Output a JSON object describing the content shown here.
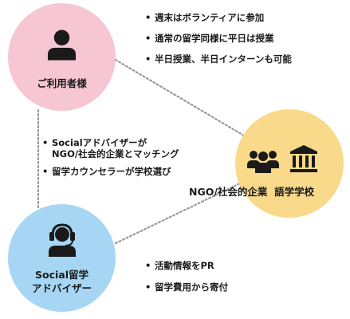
{
  "colors": {
    "user_circle": "#f7c6d3",
    "advisor_circle": "#a6d6f4",
    "partner_circle": "#f9d98a",
    "connector": "#9a9a9a",
    "icon": "#1a1a1a"
  },
  "icons": {
    "user": "person-icon",
    "advisor": "headset-person-icon",
    "group": "group-people-icon",
    "school": "school-building-icon"
  },
  "nodes": {
    "user": {
      "label": "ご利用者様"
    },
    "advisor": {
      "label_lines": [
        "Social留学",
        "アドバイザー"
      ]
    },
    "partner": {
      "label": "NGO/社会的企業  語学学校"
    }
  },
  "notes": {
    "user": [
      "週末はボランティアに参加",
      "通常の留学同様に平日は授業",
      "半日授業、半日インターンも可能"
    ],
    "advisor": [
      [
        "Socialアドバイザーが",
        "NGO/社会的企業とマッチング"
      ],
      [
        "留学カウンセラーが学校選び"
      ]
    ],
    "partner": [
      "活動情報をPR",
      "留学費用から寄付"
    ]
  }
}
